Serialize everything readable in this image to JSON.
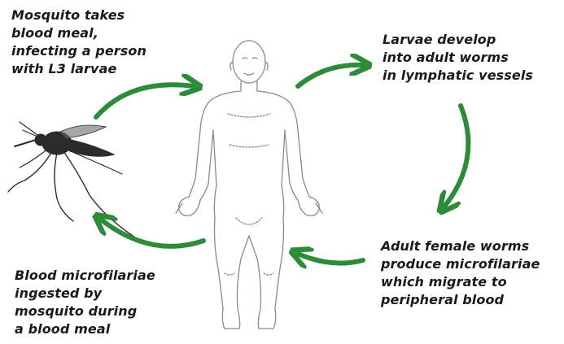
{
  "captions": {
    "top_left": {
      "lines": [
        "Mosquito takes",
        "blood meal,",
        "infecting a person",
        "with L3 larvae"
      ]
    },
    "top_right": {
      "lines": [
        "Larvae develop",
        "into adult worms",
        "in lymphatic vessels"
      ]
    },
    "bottom_right": {
      "lines": [
        "Adult female worms",
        "produce microfilariae",
        "which migrate to",
        "peripheral blood"
      ]
    },
    "bottom_left": {
      "lines": [
        "Blood microfilariae",
        "ingested by",
        "mosquito during",
        "a blood meal"
      ]
    }
  },
  "colors": {
    "arrow": "#2e8b3a",
    "text": "#1a1a1a",
    "outline": "#7a7a7a",
    "mosquito": "#2b2b2b"
  },
  "icons": [
    "mosquito-icon",
    "human-figure-icon"
  ]
}
